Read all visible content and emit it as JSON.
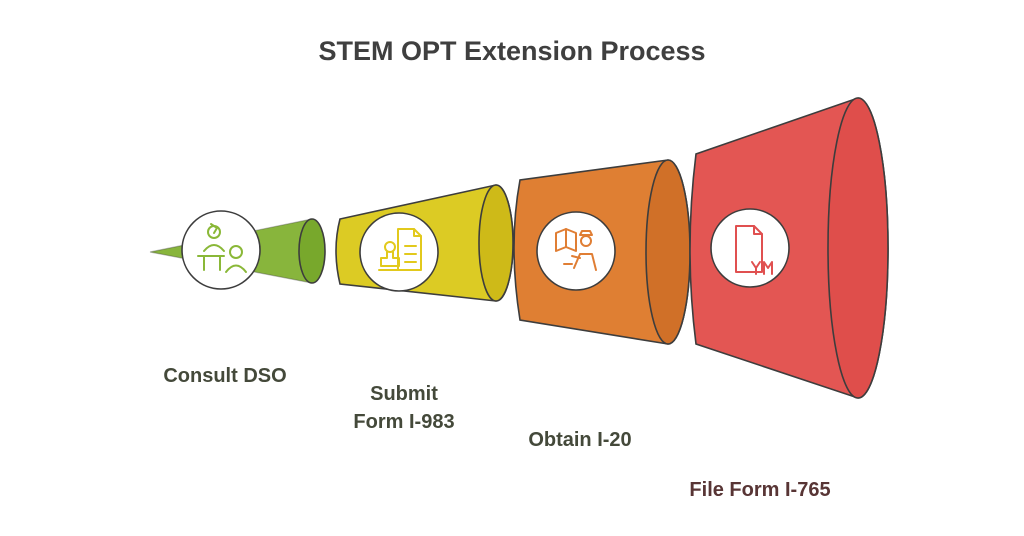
{
  "title": "STEM OPT Extension Process",
  "steps": [
    {
      "label": "Consult DSO",
      "icon": "consultation-icon",
      "color": "#88b53c"
    },
    {
      "label": "Submit\nForm I-983",
      "icon": "form-stamp-icon",
      "color": "#dccb24"
    },
    {
      "label": "Obtain I-20",
      "icon": "officer-document-icon",
      "color": "#df7f33"
    },
    {
      "label": "File Form I-765",
      "icon": "file-document-icon",
      "color": "#e35653"
    }
  ],
  "colors": {
    "stroke": "#3d3d3d",
    "title": "#3f3f3f",
    "label_dark": "#44493a",
    "label_red": "#583535"
  }
}
